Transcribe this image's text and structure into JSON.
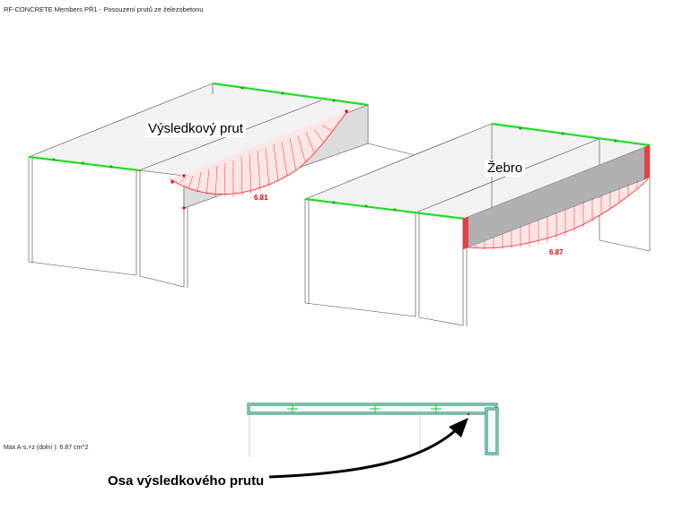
{
  "window": {
    "title": "RF-CONCRETE Members PŘ1 - Posouzení prutů ze železobetonu"
  },
  "labels": {
    "result_member": "Výsledkový prut",
    "rib": "Žebro",
    "result_member_axis": "Osa výsledkového prutu"
  },
  "diagram_values": {
    "left_max": "6.81",
    "right_max": "6.87"
  },
  "status": {
    "max_readout": "Max A-s,+z (dolní ): 6.87 cm^2"
  },
  "colors": {
    "member_highlight": "#22dd22",
    "diagram": "#ff2020",
    "section_outline": "#008060",
    "rib_fill": "#b0b0b0"
  }
}
